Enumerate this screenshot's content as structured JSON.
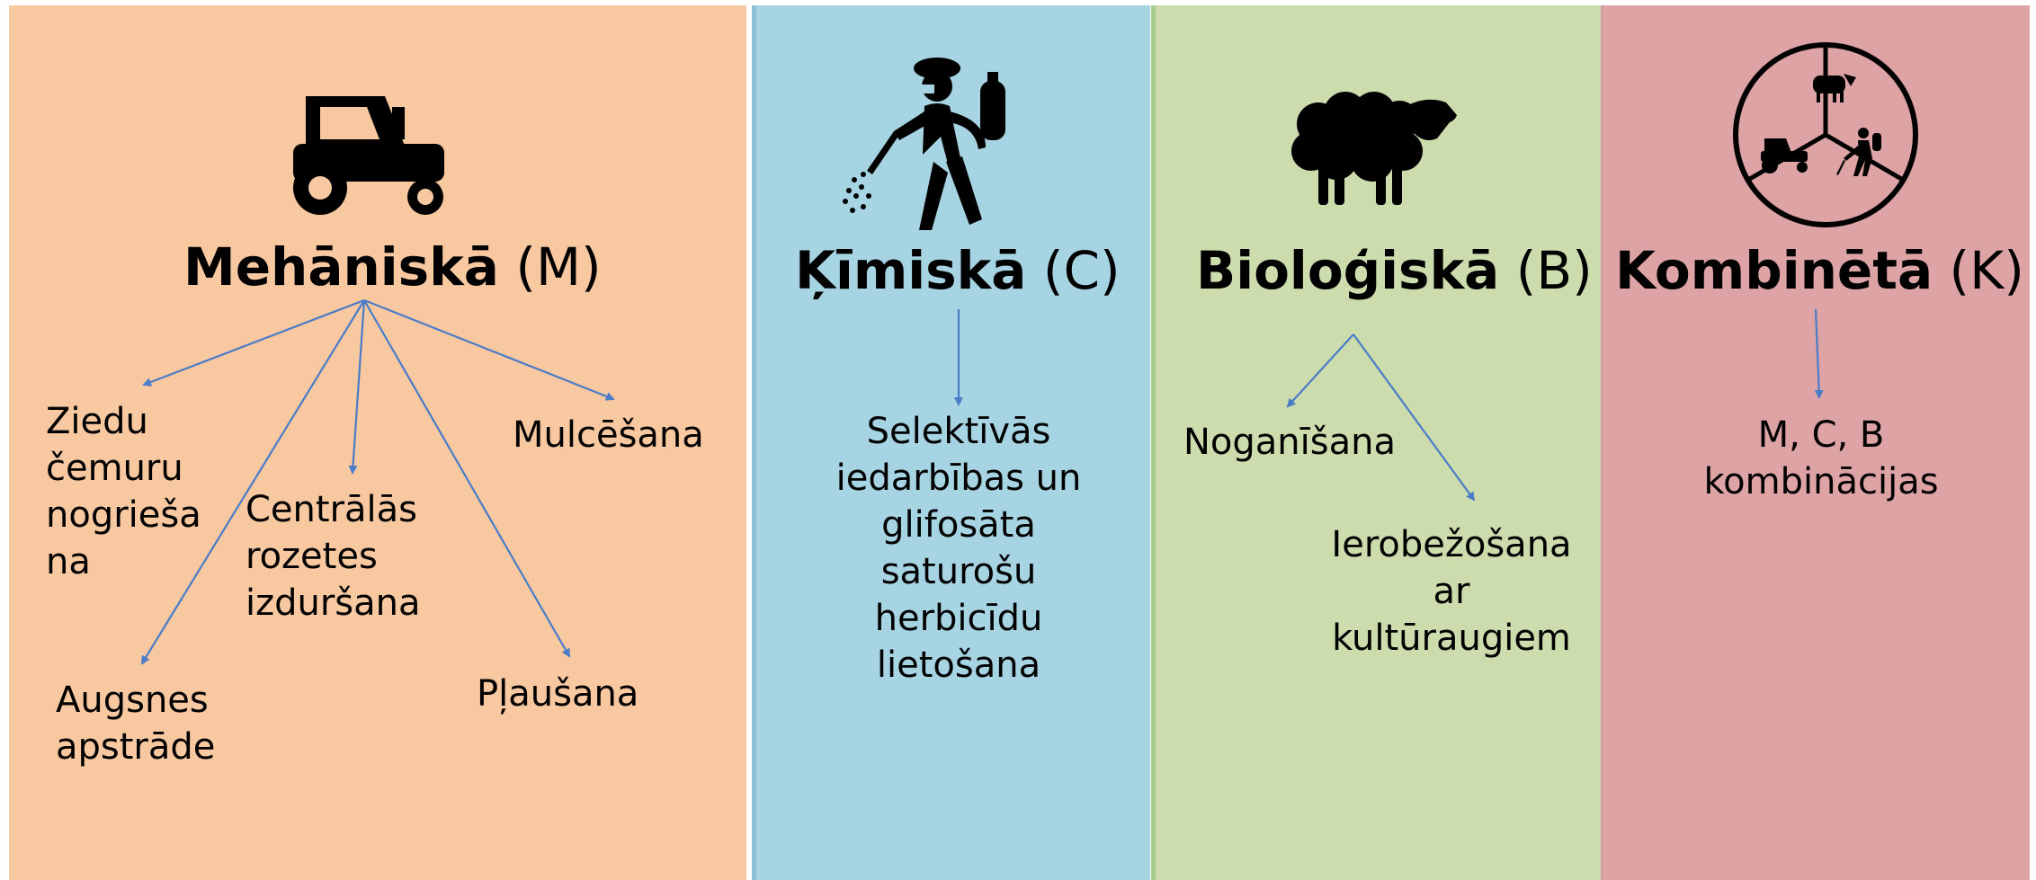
{
  "columns": {
    "mechanical": {
      "title": "Mehāniskā",
      "code": "(M)",
      "items": {
        "flower_stem_cutting": [
          "Ziedu",
          "čemuru",
          "nogrieša",
          "na"
        ],
        "rosette_piercing": [
          "Centrālās",
          "rozetes",
          "izduršana"
        ],
        "mulching": [
          "Mulcēšana"
        ],
        "soil_tillage": [
          "Augsnes",
          "apstrāde"
        ],
        "mowing": [
          "Pļaušana"
        ]
      }
    },
    "chemical": {
      "title": "Ķīmiskā",
      "code": "(C)",
      "items": {
        "herbicides": [
          "Selektīvās",
          "iedarbības un",
          "glifosāta",
          "saturošu",
          "herbicīdu",
          "lietošana"
        ]
      }
    },
    "biological": {
      "title": "Bioloģiskā",
      "code": "(B)",
      "items": {
        "grazing": [
          "Noganīšana"
        ],
        "crop_restriction": [
          "Ierobežošana",
          "ar",
          "kultūraugiem"
        ]
      }
    },
    "combined": {
      "title": "Kombinētā",
      "code": "(K)",
      "items": {
        "combinations": [
          "M, C, B",
          "kombinācijas"
        ]
      }
    }
  },
  "colors": {
    "mechanical_bg": "#f8c8a0",
    "chemical_bg": "#a6d4e2",
    "biological_bg": "#ccdcad",
    "combined_bg": "#dea3a4",
    "arrow": "#4a7cc7"
  },
  "icons": [
    "tractor-icon",
    "sprayer-person-icon",
    "sheep-icon",
    "combined-methods-icon"
  ]
}
